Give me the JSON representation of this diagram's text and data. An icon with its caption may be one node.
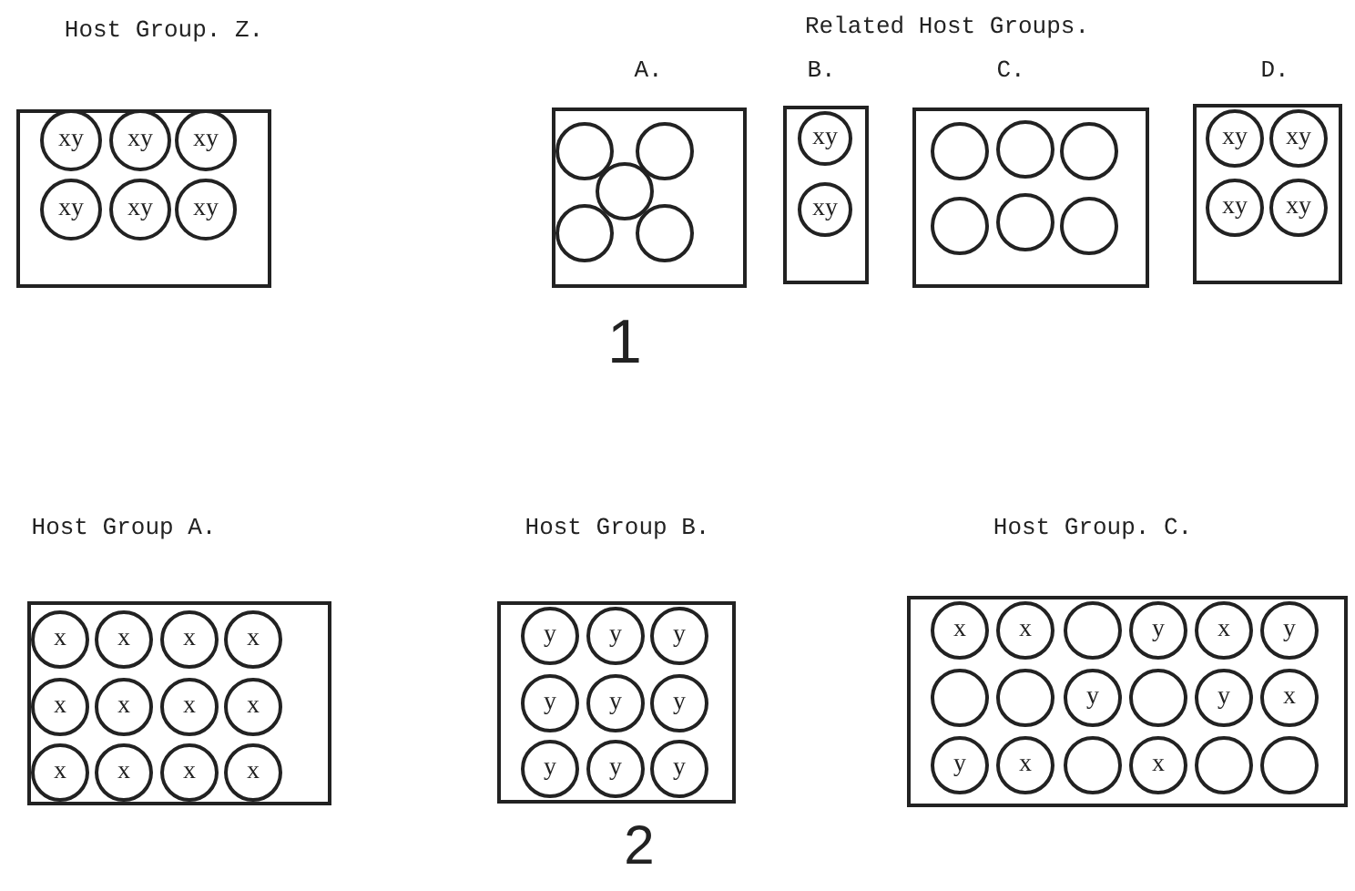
{
  "diagram": {
    "nodes": [
      {
        "text": [
          "Host Group. Z."
        ]
      },
      {
        "text": [
          "xy"
        ],
        "in": 0
      },
      {
        "text": [
          "xy"
        ],
        "in": 0
      },
      {
        "text": [
          "xy"
        ],
        "in": 0
      },
      {
        "text": [
          "xy"
        ],
        "in": 0
      },
      {
        "text": [
          "xy"
        ],
        "in": 0
      },
      {
        "text": [
          "xy"
        ],
        "in": 0
      },
      {
        "text": [
          "A."
        ]
      },
      {
        "text": [],
        "shape": "circle",
        "in": 7
      },
      {
        "text": [],
        "shape": "circle",
        "in": 7
      },
      {
        "text": [],
        "shape": "circle",
        "in": 7
      },
      {
        "text": [],
        "shape": "circle",
        "in": 7
      },
      {
        "text": [],
        "shape": "circle",
        "in": 7
      },
      {
        "text": [
          "B."
        ]
      },
      {
        "text": [
          "xy"
        ],
        "in": 13
      },
      {
        "text": [
          "xy"
        ],
        "in": 13
      },
      {
        "text": [
          "C."
        ]
      },
      {
        "text": [],
        "shape": "circle",
        "in": 16
      },
      {
        "text": [],
        "shape": "circle",
        "in": 16
      },
      {
        "text": [],
        "shape": "circle",
        "in": 16
      },
      {
        "text": [],
        "shape": "circle",
        "in": 16
      },
      {
        "text": [],
        "shape": "circle",
        "in": 16
      },
      {
        "text": [],
        "shape": "circle",
        "in": 16
      },
      {
        "text": [
          "D."
        ]
      },
      {
        "text": [
          "xy"
        ],
        "in": 23
      },
      {
        "text": [
          "xy"
        ],
        "in": 23
      },
      {
        "text": [
          "xy"
        ],
        "in": 23
      },
      {
        "text": [
          "xy"
        ],
        "in": 23
      },
      {
        "text": [
          "Host Group A."
        ]
      },
      {
        "text": [
          "x"
        ],
        "in": 28
      },
      {
        "text": [
          "x"
        ],
        "in": 28
      },
      {
        "text": [
          "x"
        ],
        "in": 28
      },
      {
        "text": [
          "x"
        ],
        "in": 28
      },
      {
        "text": [
          "x"
        ],
        "in": 28
      },
      {
        "text": [
          "x"
        ],
        "in": 28
      },
      {
        "text": [
          "x"
        ],
        "in": 28
      },
      {
        "text": [
          "x"
        ],
        "in": 28
      },
      {
        "text": [
          "x"
        ],
        "in": 28
      },
      {
        "text": [
          "x"
        ],
        "in": 28
      },
      {
        "text": [
          "x"
        ],
        "in": 28
      },
      {
        "text": [
          "x"
        ],
        "in": 28
      },
      {
        "text": [
          "Host Group B."
        ]
      },
      {
        "text": [
          "y"
        ],
        "in": 41
      },
      {
        "text": [
          "y"
        ],
        "in": 41
      },
      {
        "text": [
          "y"
        ],
        "in": 41
      },
      {
        "text": [
          "y"
        ],
        "in": 41
      },
      {
        "text": [
          "y"
        ],
        "in": 41
      },
      {
        "text": [
          "y"
        ],
        "in": 41
      },
      {
        "text": [
          "y"
        ],
        "in": 41
      },
      {
        "text": [
          "y"
        ],
        "in": 41
      },
      {
        "text": [
          "y"
        ],
        "in": 41
      },
      {
        "text": [
          "Host Group. C."
        ]
      },
      {
        "text": [
          "x"
        ],
        "in": 51
      },
      {
        "text": [
          "x"
        ],
        "in": 51
      },
      {
        "text": [],
        "shape": "circle",
        "in": 51
      },
      {
        "text": [
          "y"
        ],
        "in": 51
      },
      {
        "text": [
          "x"
        ],
        "in": 51
      },
      {
        "text": [
          "y"
        ],
        "in": 51
      },
      {
        "text": [],
        "shape": "circle",
        "in": 51
      },
      {
        "text": [],
        "shape": "circle",
        "in": 51
      },
      {
        "text": [
          "y"
        ],
        "in": 51
      },
      {
        "text": [],
        "shape": "circle",
        "in": 51
      },
      {
        "text": [
          "y"
        ],
        "in": 51
      },
      {
        "text": [
          "x"
        ],
        "in": 51
      },
      {
        "text": [
          "y"
        ],
        "in": 51
      },
      {
        "text": [
          "x"
        ],
        "in": 51
      },
      {
        "text": [],
        "shape": "circle",
        "in": 51
      },
      {
        "text": [
          "x"
        ],
        "in": 51
      },
      {
        "text": [],
        "shape": "circle",
        "in": 51
      },
      {
        "text": [],
        "shape": "circle",
        "in": 51
      }
    ],
    "labels": [
      "Related Host Groups.",
      "1",
      "2"
    ]
  }
}
